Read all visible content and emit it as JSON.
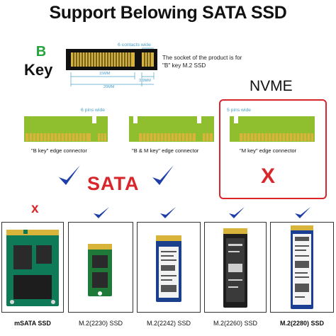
{
  "title": "Support Belowing SATA SSD",
  "key_type": {
    "letter": "B",
    "word": "Key"
  },
  "socket": {
    "contacts_label": "6 contacts wide",
    "note_line1": "The socket of the product is for",
    "note_line2": "\"B\" key M.2 SSD",
    "dim_15": "15MM",
    "dim_3_9": "3.9MM",
    "dim_20": "20MM"
  },
  "nvme_label": "NVME",
  "connectors": [
    {
      "pins_label": "6 pins wide",
      "caption": "\"B key\" edge connector"
    },
    {
      "pins_label": "",
      "caption": "\"B & M key\" edge connector"
    },
    {
      "pins_label": "5 pins wide",
      "caption": "\"M key\" edge connector"
    }
  ],
  "sata_label": "SATA",
  "red_x_symbol": "X",
  "small_x_symbol": "x",
  "ssd_models": [
    {
      "caption": "mSATA SSD",
      "supported": false,
      "bold": true
    },
    {
      "caption": "M.2(2230) SSD",
      "supported": true,
      "bold": false
    },
    {
      "caption": "M.2(2242) SSD",
      "supported": true,
      "bold": false
    },
    {
      "caption": "M.2(2260) SSD",
      "supported": true,
      "bold": false
    },
    {
      "caption": "M.2(2280) SSD",
      "supported": true,
      "bold": true
    }
  ],
  "colors": {
    "check_blue": "#1f3fa8",
    "red": "#d9262a",
    "key_green": "#23a33c",
    "connector_green": "#8fbf2e",
    "gold": "#d8b43a",
    "dim_blue": "#4aa0c8"
  }
}
